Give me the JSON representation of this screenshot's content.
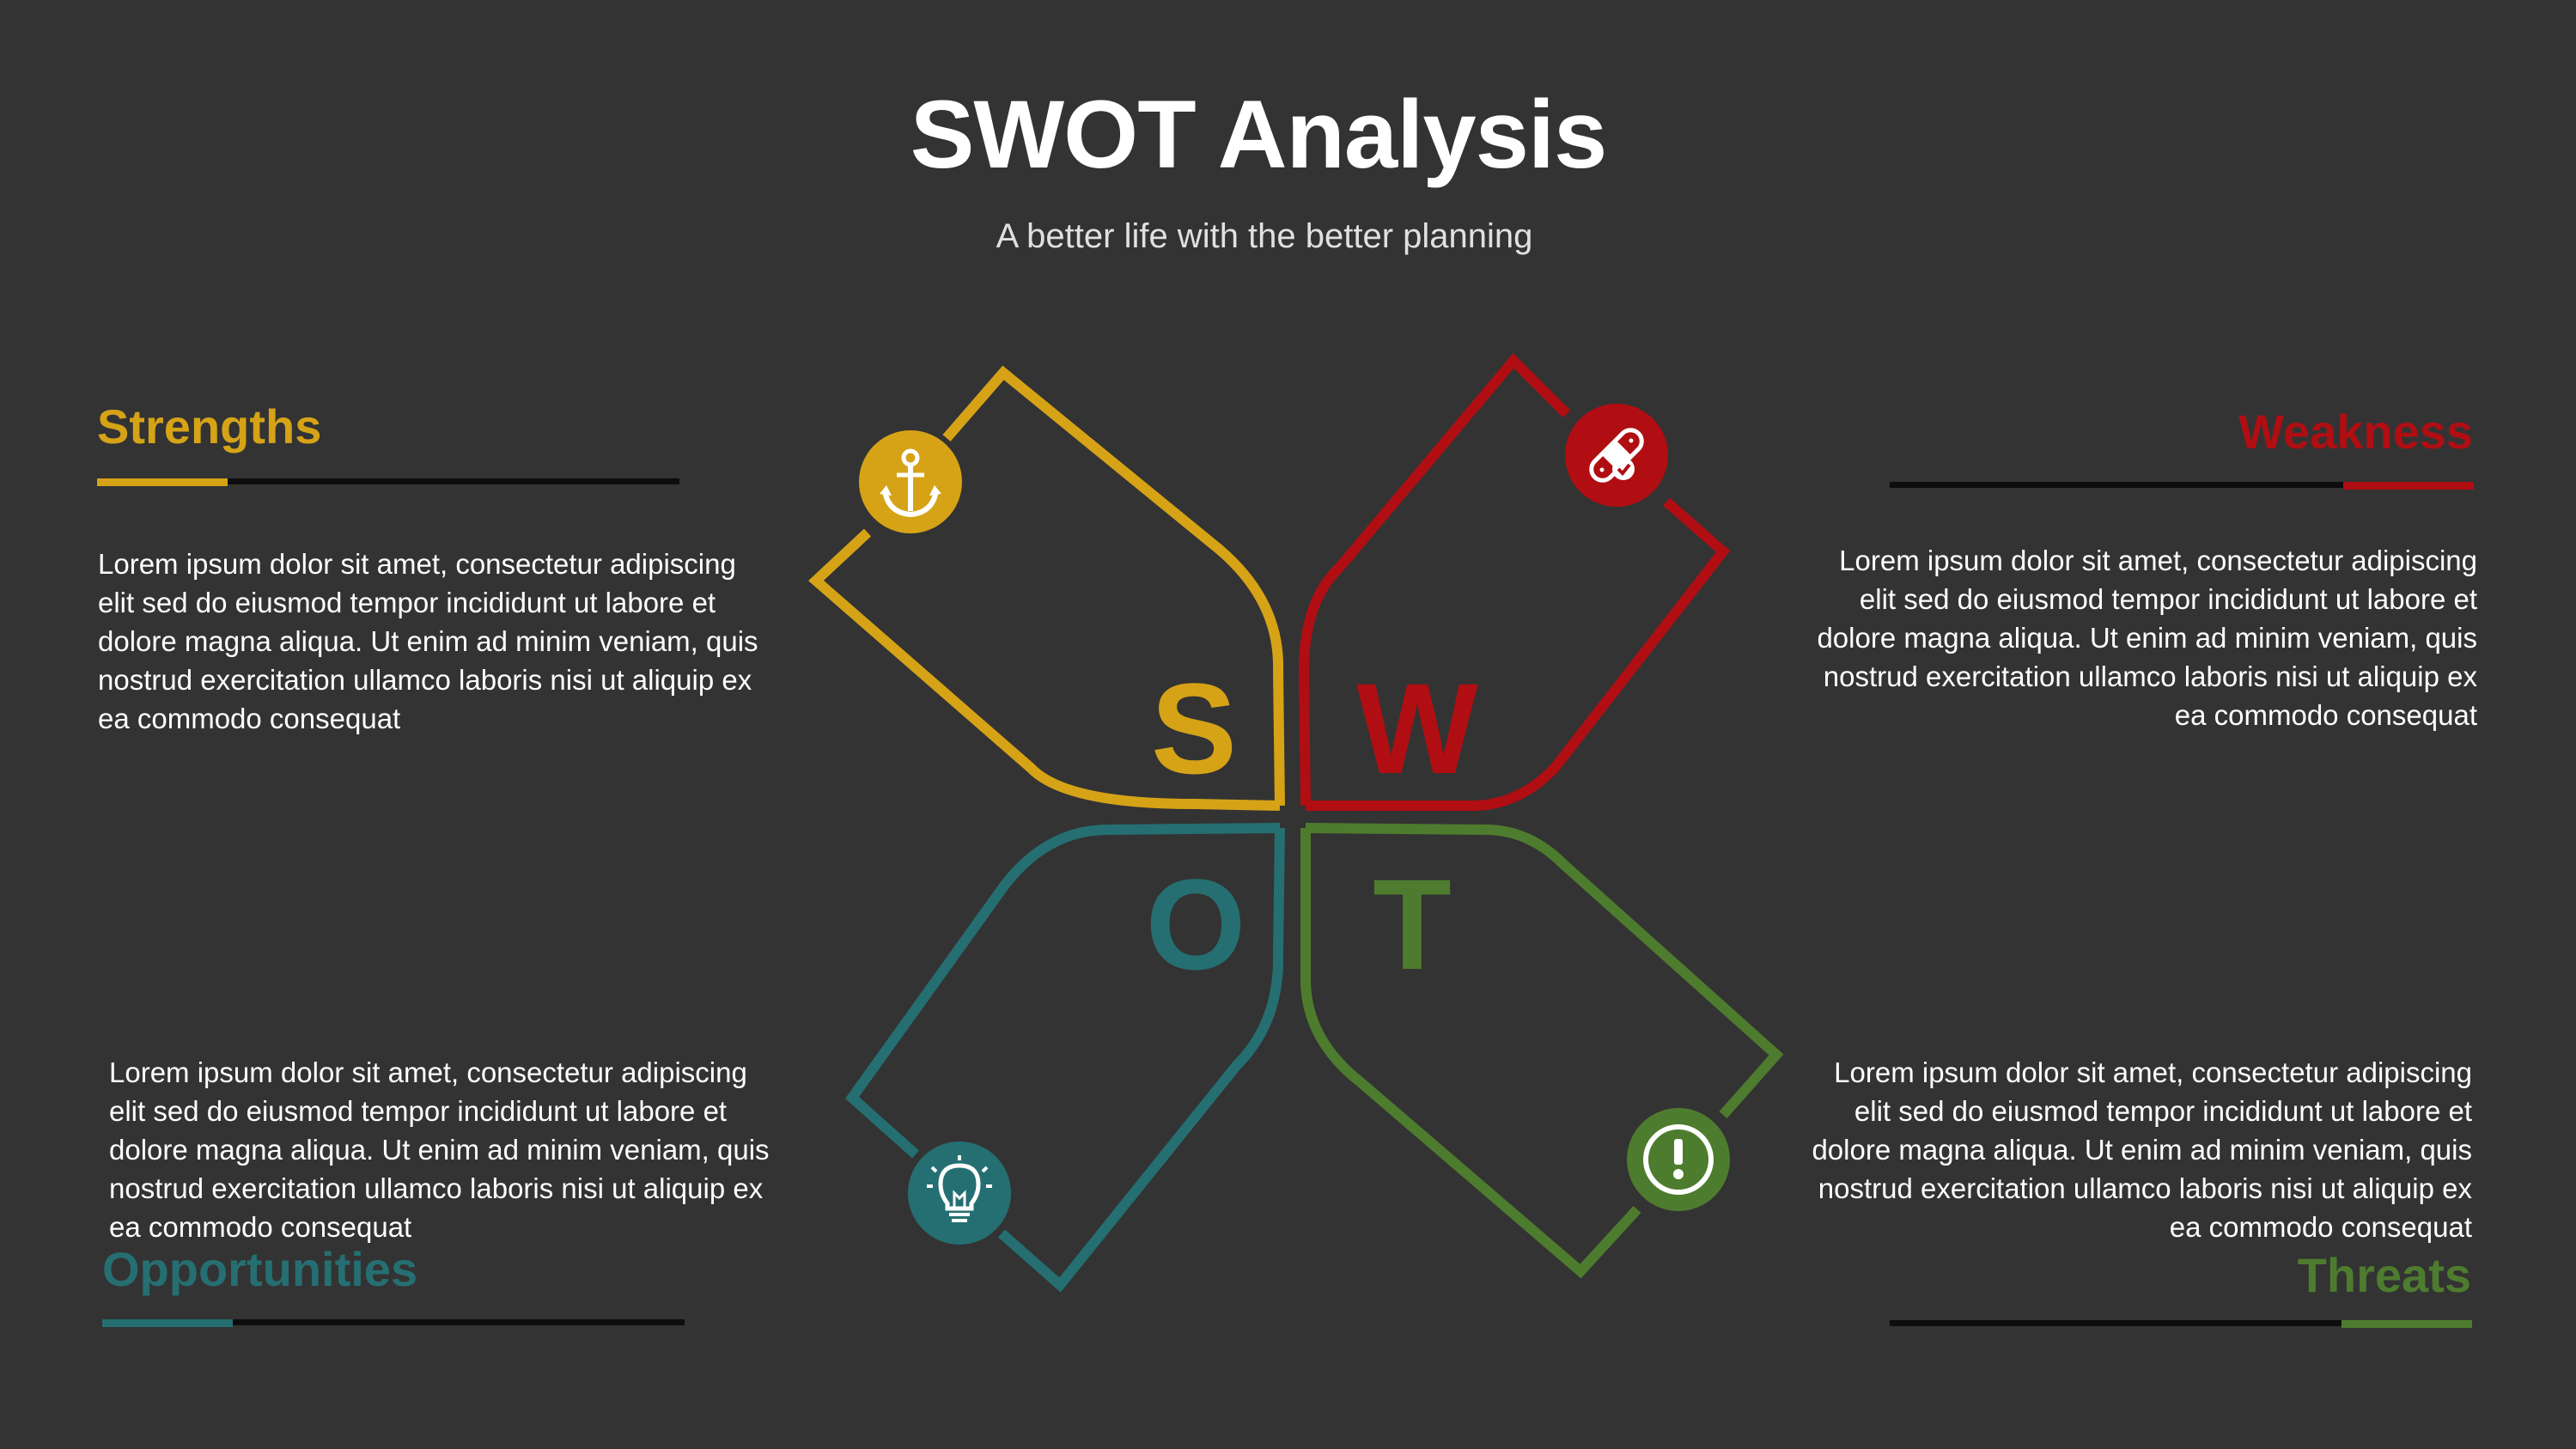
{
  "header": {
    "title": "SWOT Analysis",
    "subtitle": "A better life with the better planning"
  },
  "colors": {
    "background": "#333333",
    "strengths": "#D6A317",
    "weakness": "#B00E12",
    "opportunities": "#256F72",
    "threats": "#4E7C2E"
  },
  "quadrants": {
    "strengths": {
      "letter": "S",
      "heading": "Strengths",
      "icon": "anchor-icon",
      "text": "Lorem ipsum dolor sit amet, consectetur adipiscing elit sed do eiusmod tempor incididunt ut labore et dolore magna aliqua. Ut enim ad minim veniam, quis nostrud exercitation ullamco laboris nisi ut aliquip ex ea commodo consequat"
    },
    "weakness": {
      "letter": "W",
      "heading": "Weakness",
      "icon": "bandage-icon",
      "text": "Lorem ipsum dolor sit amet, consectetur adipiscing elit sed do eiusmod tempor incididunt ut labore et dolore magna aliqua. Ut enim ad minim veniam, quis nostrud exercitation ullamco laboris nisi ut aliquip ex ea commodo consequat"
    },
    "opportunities": {
      "letter": "O",
      "heading": "Opportunities",
      "icon": "lightbulb-icon",
      "text": "Lorem ipsum dolor sit amet, consectetur adipiscing elit sed do eiusmod tempor incididunt ut labore et dolore magna aliqua. Ut enim ad minim veniam, quis nostrud exercitation ullamco laboris nisi ut aliquip ex ea commodo consequat"
    },
    "threats": {
      "letter": "T",
      "heading": "Threats",
      "icon": "exclamation-icon",
      "text": "Lorem ipsum dolor sit amet, consectetur adipiscing elit sed do eiusmod tempor incididunt ut labore et dolore magna aliqua. Ut enim ad minim veniam, quis nostrud exercitation ullamco laboris nisi ut aliquip ex ea commodo consequat"
    }
  }
}
